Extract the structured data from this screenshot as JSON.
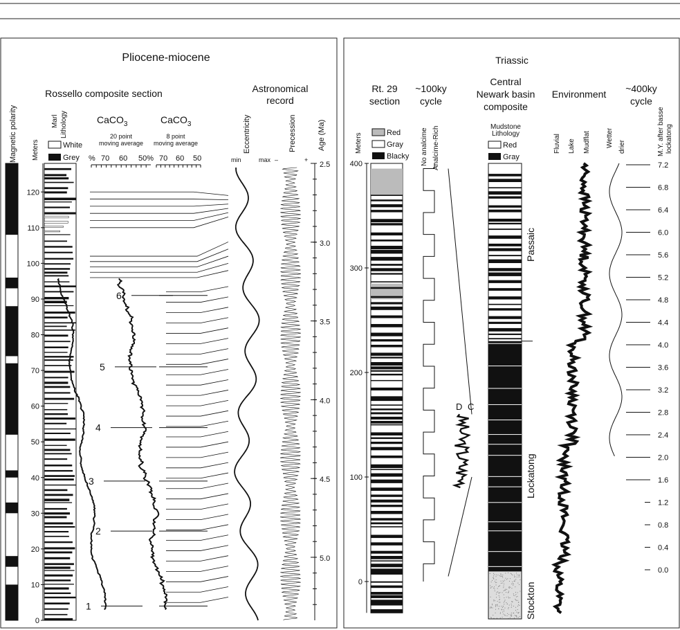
{
  "left_panel": {
    "title": "Pliocene-miocene",
    "subtitle": "Rossello composite section",
    "col_magnetic": "Magnetic polarity",
    "col_meters": "Meters",
    "col_marl_1": "Marl",
    "col_marl_2": "Lithology",
    "legend_white": "White",
    "legend_grey": "Grey",
    "caco3_a": {
      "label": "CaCO",
      "sub": "3",
      "note1": "20 point",
      "note2": "moving average",
      "ticks": [
        "%",
        "70",
        "60",
        "50%"
      ]
    },
    "caco3_b": {
      "label": "CaCO",
      "sub": "3",
      "note1": "8 point",
      "note2": "moving average",
      "ticks": [
        "70",
        "60",
        "50"
      ]
    },
    "astro_1": "Astronomical",
    "astro_2": "record",
    "eccentricity": "Eccentricity",
    "precession": "Precession",
    "ecc_min": "min",
    "ecc_max": "max",
    "prec_minus": "–",
    "prec_plus": "+",
    "age_label": "Age (Ma)",
    "cycle_labels": [
      "1",
      "2",
      "3",
      "4",
      "5",
      "6"
    ]
  },
  "right_panel": {
    "title": "Triassic",
    "rt29_1": "Rt. 29",
    "rt29_2": "section",
    "c100_1": "~100ky",
    "c100_2": "cycle",
    "central_1": "Central",
    "central_2": "Newark basin",
    "central_3": "composite",
    "env": "Environment",
    "c400_1": "~400ky",
    "c400_2": "cycle",
    "meters": "Meters",
    "legend_red": "Red",
    "legend_gray": "Gray",
    "legend_blacky": "Blacky",
    "no_analcime": "No analcime",
    "analcime_rich": "Analcime-Rich",
    "mudstone_1": "Mudstone",
    "mudstone_2": "Lithology",
    "m_red": "Red",
    "m_gray": "Gray",
    "fluvial": "Fluvial",
    "lake": "Lake",
    "mudflat": "Mudflat",
    "wetter": "Wetter",
    "drier": "drier",
    "my_label_1": "M.Y. after basse",
    "my_label_2": "lockatong",
    "passaic": "Passaic",
    "lockatong": "Lockatong",
    "stockton": "Stockton",
    "d_label": "D",
    "c_label": "C"
  },
  "chart_data": [
    {
      "type": "line",
      "title": "Pliocene-miocene",
      "subtitle": "Rossello composite section",
      "ylabel": "Meters",
      "y_ticks": [
        0,
        10,
        20,
        30,
        40,
        50,
        60,
        70,
        80,
        90,
        100,
        110,
        120
      ],
      "ylim": [
        0,
        128
      ],
      "age_axis": {
        "label": "Age (Ma)",
        "ticks": [
          2.5,
          3.0,
          3.5,
          4.0,
          4.5,
          5.0
        ]
      },
      "magnetic_polarity_black_intervals_m": [
        [
          0,
          10
        ],
        [
          15,
          18
        ],
        [
          30,
          33
        ],
        [
          40,
          42
        ],
        [
          52,
          72
        ],
        [
          74,
          88
        ],
        [
          93,
          96
        ],
        [
          108,
          128
        ]
      ],
      "series": [
        {
          "name": "CaCO3 20 point moving average",
          "x_ticks": [
            "70",
            "60",
            "50%"
          ]
        },
        {
          "name": "CaCO3 8 point moving average",
          "x_ticks": [
            "70",
            "60",
            "50"
          ]
        },
        {
          "name": "Eccentricity"
        },
        {
          "name": "Precession"
        }
      ],
      "cycle_markers": [
        {
          "label": "1",
          "meters": 4
        },
        {
          "label": "2",
          "meters": 25
        },
        {
          "label": "3",
          "meters": 39
        },
        {
          "label": "4",
          "meters": 54
        },
        {
          "label": "5",
          "meters": 71
        },
        {
          "label": "6",
          "meters": 91
        }
      ]
    },
    {
      "type": "line",
      "title": "Triassic",
      "ylabel": "Meters",
      "y_ticks": [
        0,
        100,
        200,
        300,
        400
      ],
      "ylim": [
        -40,
        400
      ],
      "my_axis": {
        "label": "M.Y. after basse lockatong",
        "ticks": [
          "7.2",
          "6.8",
          "6.4",
          "6.0",
          "5.6",
          "5.2",
          "4.8",
          "4.4",
          "4.0",
          "3.6",
          "3.2",
          "2.8",
          "2.4",
          "2.0",
          "1.6",
          "1.2",
          "0.8",
          "0.4",
          "0.0"
        ]
      },
      "formations": [
        "Passaic",
        "Lockatong",
        "Stockton"
      ],
      "series": [
        {
          "name": "~100ky cycle"
        },
        {
          "name": "Environment"
        },
        {
          "name": "~400ky cycle"
        }
      ]
    }
  ]
}
